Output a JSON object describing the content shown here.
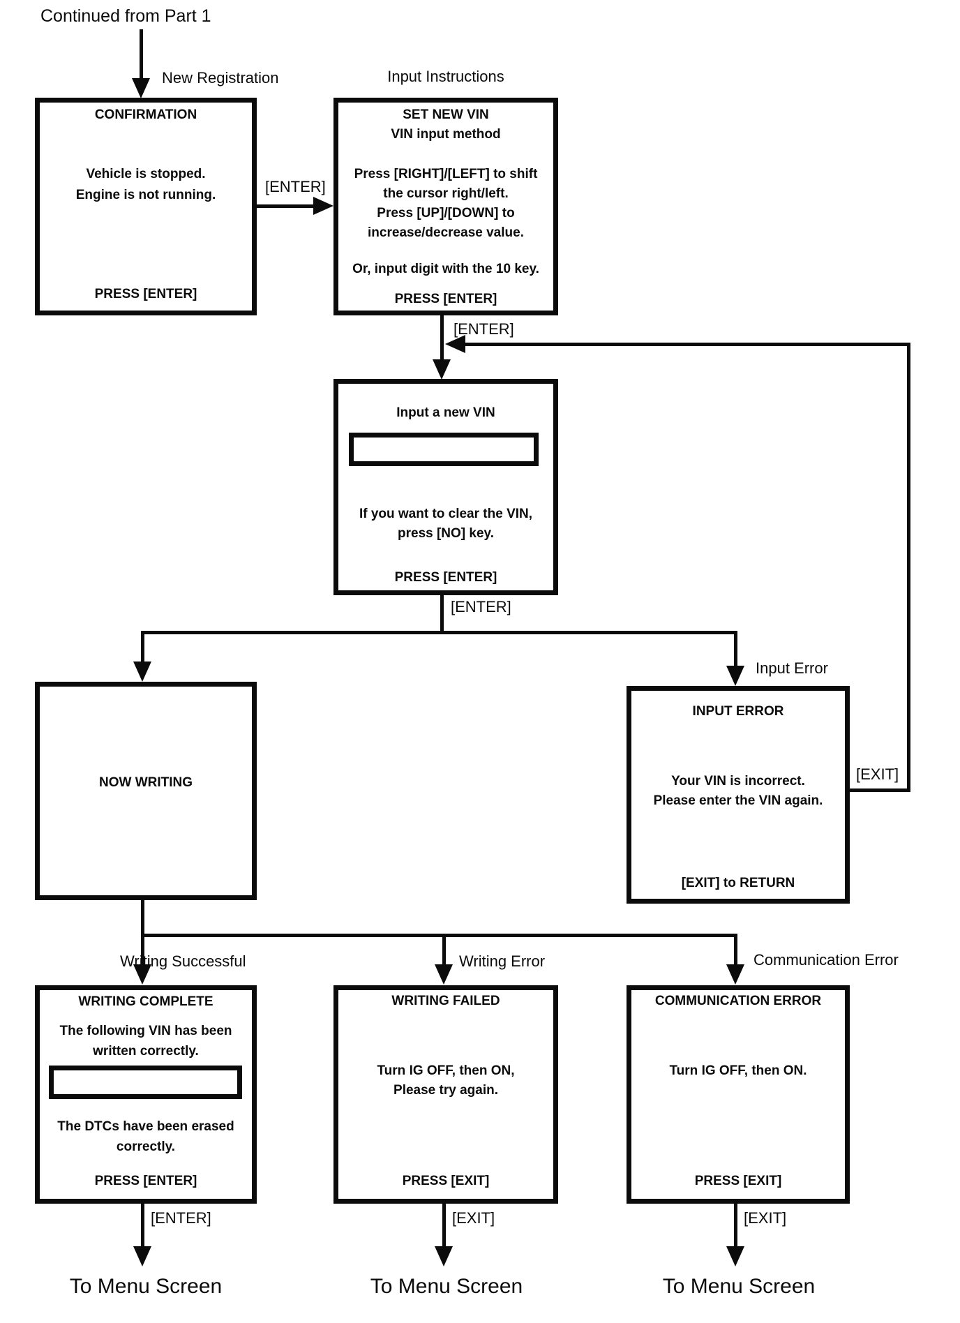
{
  "labels": {
    "continued": "Continued from Part 1",
    "new_registration": "New Registration",
    "input_instructions": "Input Instructions",
    "enter": "[ENTER]",
    "exit": "[EXIT]",
    "input_error": "Input Error",
    "writing_successful": "Writing Successful",
    "writing_error": "Writing Error",
    "communication_error": "Communication Error",
    "to_menu_screen": "To Menu Screen"
  },
  "boxes": {
    "confirmation": {
      "title": "CONFIRMATION",
      "line1": "Vehicle is stopped.",
      "line2": "Engine is not running.",
      "footer": "PRESS [ENTER]"
    },
    "set_new_vin": {
      "title": "SET NEW VIN",
      "subtitle": "VIN input method",
      "line1": "Press [RIGHT]/[LEFT] to shift",
      "line2": "the cursor right/left.",
      "line3": "Press [UP]/[DOWN] to",
      "line4": "increase/decrease value.",
      "line5": "Or, input digit with the 10 key.",
      "footer": "PRESS [ENTER]"
    },
    "input_vin": {
      "title": "Input a new VIN",
      "vin_value": "",
      "line1": "If you want to clear the VIN,",
      "line2": "press [NO] key.",
      "footer": "PRESS [ENTER]"
    },
    "now_writing": {
      "title": "NOW WRITING"
    },
    "input_error": {
      "title": "INPUT ERROR",
      "line1": "Your VIN is incorrect.",
      "line2": "Please enter the VIN again.",
      "footer": "[EXIT] to RETURN"
    },
    "writing_complete": {
      "title": "WRITING COMPLETE",
      "line1": "The following VIN has been",
      "line2": "written correctly.",
      "vin_value": "",
      "line3": "The DTCs have been erased",
      "line4": "correctly.",
      "footer": "PRESS [ENTER]"
    },
    "writing_failed": {
      "title": "WRITING FAILED",
      "line1": "Turn IG OFF, then ON,",
      "line2": "Please try again.",
      "footer": "PRESS [EXIT]"
    },
    "communication_error": {
      "title": "COMMUNICATION ERROR",
      "line1": "Turn IG OFF, then ON.",
      "footer": "PRESS [EXIT]"
    }
  },
  "colors": {
    "line": "#0b0b0b",
    "background": "#ffffff"
  }
}
